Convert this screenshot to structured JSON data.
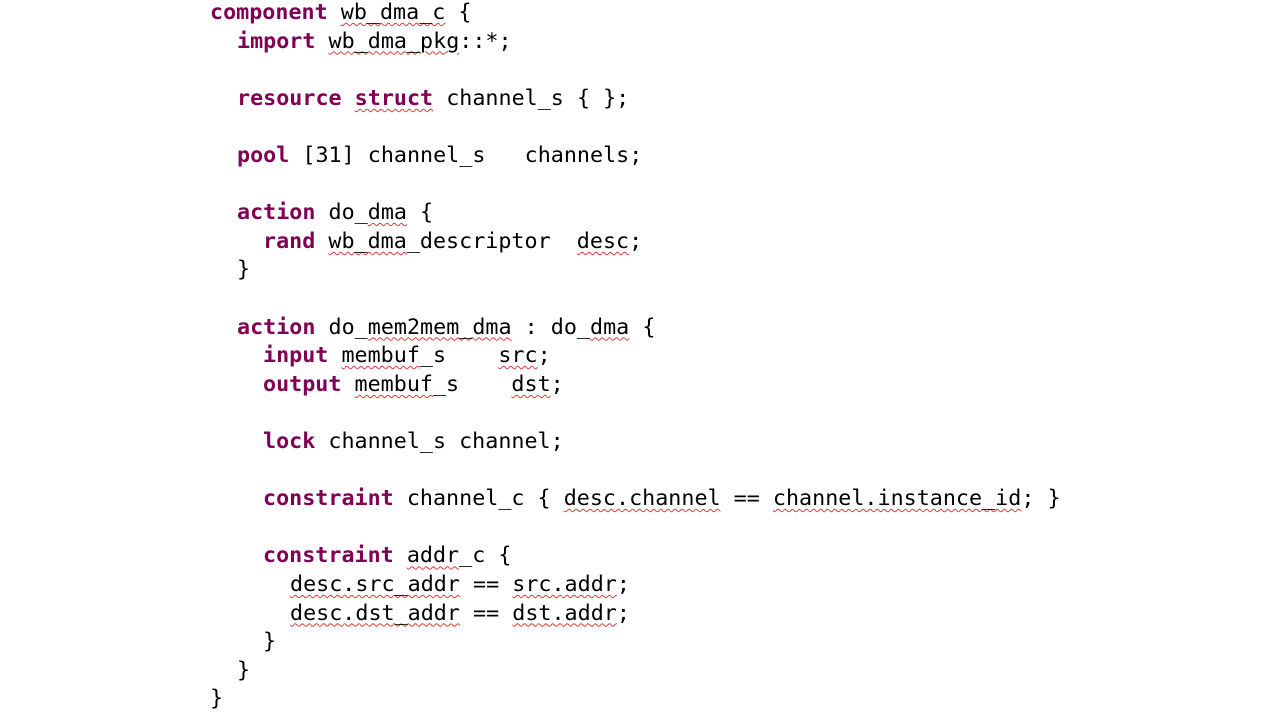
{
  "colors": {
    "keyword": "#7f0055",
    "text": "#000000",
    "spellcheck": "#e23b3b",
    "background": "#ffffff"
  },
  "code": {
    "lines": [
      {
        "indent": 0,
        "tokens": [
          {
            "t": "component",
            "k": 1
          },
          {
            "t": " "
          },
          {
            "t": "wb_dma_c",
            "s": 1
          },
          {
            "t": " {"
          }
        ]
      },
      {
        "indent": 1,
        "tokens": [
          {
            "t": "import",
            "k": 1
          },
          {
            "t": " "
          },
          {
            "t": "wb_dma_pkg",
            "s": 1
          },
          {
            "t": "::*;"
          }
        ]
      },
      {
        "indent": 0,
        "tokens": []
      },
      {
        "indent": 1,
        "tokens": [
          {
            "t": "resource",
            "k": 1
          },
          {
            "t": " "
          },
          {
            "t": "struct",
            "k": 1,
            "s": 1
          },
          {
            "t": " channel_s { };"
          }
        ]
      },
      {
        "indent": 0,
        "tokens": []
      },
      {
        "indent": 1,
        "tokens": [
          {
            "t": "pool",
            "k": 1
          },
          {
            "t": " [31] channel_s   channels;"
          }
        ]
      },
      {
        "indent": 0,
        "tokens": []
      },
      {
        "indent": 1,
        "tokens": [
          {
            "t": "action",
            "k": 1
          },
          {
            "t": " do_"
          },
          {
            "t": "dma",
            "s": 1
          },
          {
            "t": " {"
          }
        ]
      },
      {
        "indent": 2,
        "tokens": [
          {
            "t": "rand",
            "k": 1
          },
          {
            "t": " "
          },
          {
            "t": "wb_dma",
            "s": 1
          },
          {
            "t": "_descriptor  "
          },
          {
            "t": "desc",
            "s": 1
          },
          {
            "t": ";"
          }
        ]
      },
      {
        "indent": 1,
        "tokens": [
          {
            "t": "}"
          }
        ]
      },
      {
        "indent": 0,
        "tokens": []
      },
      {
        "indent": 1,
        "tokens": [
          {
            "t": "action",
            "k": 1
          },
          {
            "t": " do_"
          },
          {
            "t": "mem2mem_dma",
            "s": 1
          },
          {
            "t": " : do_"
          },
          {
            "t": "dma",
            "s": 1
          },
          {
            "t": " {"
          }
        ]
      },
      {
        "indent": 2,
        "tokens": [
          {
            "t": "input",
            "k": 1
          },
          {
            "t": " "
          },
          {
            "t": "membuf",
            "s": 1
          },
          {
            "t": "_s    "
          },
          {
            "t": "src",
            "s": 1
          },
          {
            "t": ";"
          }
        ]
      },
      {
        "indent": 2,
        "tokens": [
          {
            "t": "output",
            "k": 1
          },
          {
            "t": " "
          },
          {
            "t": "membuf",
            "s": 1
          },
          {
            "t": "_s    "
          },
          {
            "t": "dst",
            "s": 1
          },
          {
            "t": ";"
          }
        ]
      },
      {
        "indent": 0,
        "tokens": []
      },
      {
        "indent": 2,
        "tokens": [
          {
            "t": "lock",
            "k": 1
          },
          {
            "t": " channel_s channel;"
          }
        ]
      },
      {
        "indent": 0,
        "tokens": []
      },
      {
        "indent": 2,
        "tokens": [
          {
            "t": "constraint",
            "k": 1
          },
          {
            "t": " channel_c { "
          },
          {
            "t": "desc.channel",
            "s": 1
          },
          {
            "t": " == "
          },
          {
            "t": "channel.instance_id",
            "s": 1
          },
          {
            "t": "; }"
          }
        ]
      },
      {
        "indent": 0,
        "tokens": []
      },
      {
        "indent": 2,
        "tokens": [
          {
            "t": "constraint",
            "k": 1
          },
          {
            "t": " "
          },
          {
            "t": "addr",
            "s": 1
          },
          {
            "t": "_c {"
          }
        ]
      },
      {
        "indent": 3,
        "tokens": [
          {
            "t": "desc.src_addr",
            "s": 1
          },
          {
            "t": " == "
          },
          {
            "t": "src.addr",
            "s": 1
          },
          {
            "t": ";"
          }
        ]
      },
      {
        "indent": 3,
        "tokens": [
          {
            "t": "desc.dst_addr",
            "s": 1
          },
          {
            "t": " == "
          },
          {
            "t": "dst.addr",
            "s": 1
          },
          {
            "t": ";"
          }
        ]
      },
      {
        "indent": 2,
        "tokens": [
          {
            "t": "}"
          }
        ]
      },
      {
        "indent": 1,
        "tokens": [
          {
            "t": "}"
          }
        ]
      },
      {
        "indent": 0,
        "tokens": [
          {
            "t": "}"
          }
        ]
      }
    ]
  }
}
